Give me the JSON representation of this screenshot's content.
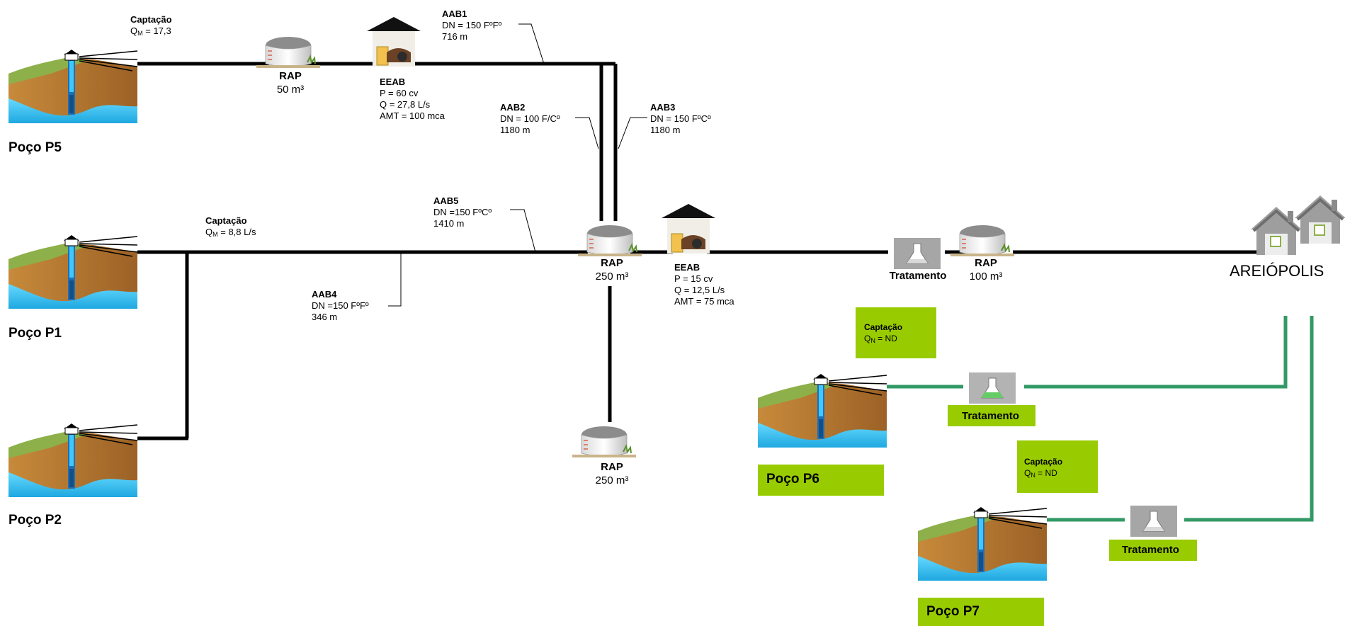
{
  "wells": {
    "p5": {
      "name": "Poço P5"
    },
    "p1": {
      "name": "Poço P1"
    },
    "p2": {
      "name": "Poço P2"
    },
    "p6": {
      "name": "Poço P6"
    },
    "p7": {
      "name": "Poço P7"
    }
  },
  "captacao": {
    "p5": {
      "title": "Captação",
      "q_prefix": "Q",
      "q_sub": "M",
      "q_value": " = 17,3"
    },
    "p1": {
      "title": "Captação",
      "q_prefix": "Q",
      "q_sub": "M",
      "q_value": " = 8,8 L/s"
    },
    "p6": {
      "title": "Captação",
      "q_prefix": "Q",
      "q_sub": "N",
      "q_value": " = ND"
    },
    "p7": {
      "title": "Captação",
      "q_prefix": "Q",
      "q_sub": "N",
      "q_value": " = ND"
    }
  },
  "raps": {
    "rap1": {
      "title": "RAP",
      "volume": "50 m³"
    },
    "rap2": {
      "title": "RAP",
      "volume": "250 m³"
    },
    "rap3": {
      "title": "RAP",
      "volume": "250 m³"
    },
    "rap4": {
      "title": "RAP",
      "volume": "100 m³"
    }
  },
  "eeab": {
    "e1": {
      "title": "EEAB",
      "p": "P = 60 cv",
      "q": "Q = 27,8 L/s",
      "amt": "AMT = 100 mca"
    },
    "e2": {
      "title": "EEAB",
      "p": "P = 15 cv",
      "q": "Q = 12,5 L/s",
      "amt": "AMT = 75 mca"
    }
  },
  "aab": {
    "aab1": {
      "title": "AAB1",
      "dn": "DN = 150 FºFº",
      "len": "716 m"
    },
    "aab2": {
      "title": "AAB2",
      "dn": "DN = 100 F/Cº",
      "len": "1180 m"
    },
    "aab3": {
      "title": "AAB3",
      "dn": "DN = 150 FºCº",
      "len": "1180 m"
    },
    "aab4": {
      "title": "AAB4",
      "dn": "DN =150 FºFº",
      "len": "346 m"
    },
    "aab5": {
      "title": "AAB5",
      "dn": "DN =150 FºCº",
      "len": "1410 m"
    }
  },
  "tratamento": {
    "t1": "Tratamento",
    "t2": "Tratamento",
    "t3": "Tratamento"
  },
  "city": "AREIÓPOLIS",
  "colors": {
    "pipe_black": "#000000",
    "pipe_green": "#339966",
    "box_green": "#99cc00",
    "water": "#33ccff",
    "soil": "#b5792f",
    "grass": "#8db04a",
    "building_gray": "#aaaaaa"
  },
  "icons": [
    "well-icon",
    "reservoir-icon",
    "pump-station-icon",
    "treatment-flask-icon",
    "house-icon"
  ]
}
